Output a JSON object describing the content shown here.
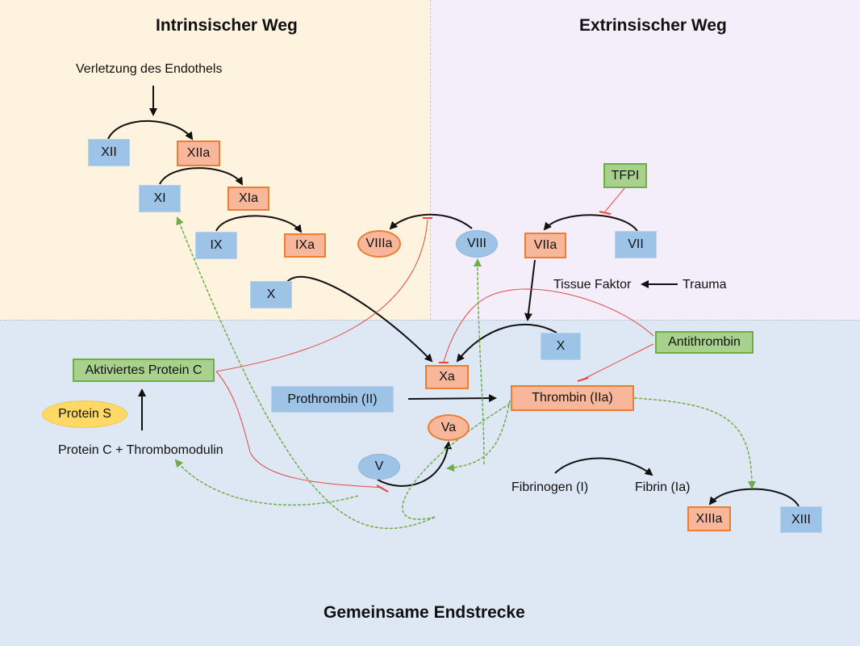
{
  "headings": {
    "intrinsic": "Intrinsischer Weg",
    "extrinsic": "Extrinsischer Weg",
    "common": "Gemeinsame Endstrecke"
  },
  "labels": {
    "endothel": "Verletzung des Endothels",
    "tissue_factor": "Tissue Faktor",
    "trauma": "Trauma",
    "protein_c_tm": "Protein C + Thrombomodulin",
    "fibrinogen": "Fibrinogen (I)",
    "fibrin": "Fibrin (Ia)"
  },
  "nodes": {
    "xii": "XII",
    "xiia": "XIIa",
    "xi": "XI",
    "xia": "XIa",
    "ix": "IX",
    "ixa": "IXa",
    "x_intrinsic": "X",
    "viiia": "VIIIa",
    "viii": "VIII",
    "viia": "VIIa",
    "vii": "VII",
    "tfpi": "TFPI",
    "x_extrinsic": "X",
    "antithrombin": "Antithrombin",
    "xa": "Xa",
    "aktiviertes_protein_c": "Aktiviertes Protein C",
    "protein_s": "Protein S",
    "prothrombin": "Prothrombin (II)",
    "thrombin": "Thrombin (IIa)",
    "va": "Va",
    "v": "V",
    "xiiia": "XIIIa",
    "xiii": "XIII"
  },
  "colors": {
    "activation_arrow": "#111111",
    "inhibition": "#e8473f",
    "thrombin_feedback": "#70ad47"
  }
}
